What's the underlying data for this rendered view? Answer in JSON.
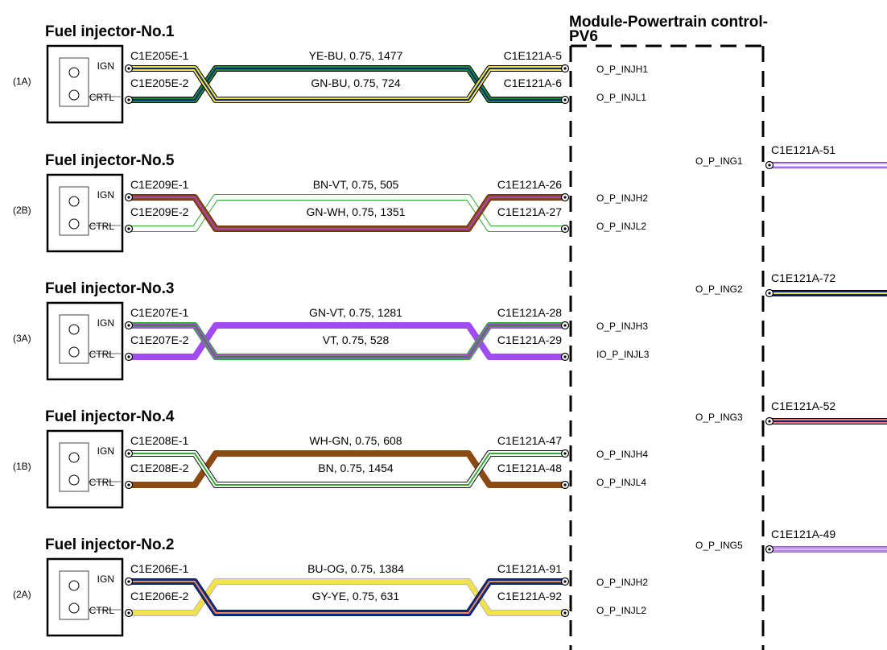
{
  "module": {
    "title_line1": "Module-Powertrain control-",
    "title_line2": "PV6"
  },
  "injectors": [
    {
      "title": "Fuel injector-No.1",
      "loc": "(1A)",
      "pin_top": "IGN",
      "pin_bot": "CRTL",
      "conn_top": "C1E205E-1",
      "conn_bot": "C1E205E-2",
      "ecu_top": "C1E121A-5",
      "ecu_bot": "C1E121A-6",
      "wire_top": "YE-BU, 0.75, 1477",
      "wire_bot": "GN-BU, 0.75, 724",
      "sig_top": "O_P_INJH1",
      "sig_bot": "O_P_INJL1",
      "top_colors": {
        "main": "#f2e24a",
        "stripe": "#0d2a7a",
        "edge": "#000000"
      },
      "bot_colors": {
        "main": "#1d8a3a",
        "stripe": "#0d2a7a",
        "edge": "#000000"
      }
    },
    {
      "title": "Fuel injector-No.5",
      "loc": "(2B)",
      "pin_top": "IGN",
      "pin_bot": "CTRL",
      "conn_top": "C1E209E-1",
      "conn_bot": "C1E209E-2",
      "ecu_top": "C1E121A-26",
      "ecu_bot": "C1E121A-27",
      "wire_top": "BN-VT, 0.75, 505",
      "wire_bot": "GN-WH, 0.75, 1351",
      "sig_top": "O_P_INJH2",
      "sig_bot": "O_P_INJL2",
      "top_colors": {
        "main": "#8b4513",
        "stripe": "#a548c8",
        "edge": "#6b3310"
      },
      "bot_colors": {
        "main": "#ffffff",
        "stripe": "#ffffff",
        "edge": "#2eaa2e"
      }
    },
    {
      "title": "Fuel injector-No.3",
      "loc": "(3A)",
      "pin_top": "IGN",
      "pin_bot": "CTRL",
      "conn_top": "C1E207E-1",
      "conn_bot": "C1E207E-2",
      "ecu_top": "C1E121A-28",
      "ecu_bot": "C1E121A-29",
      "wire_top": "GN-VT, 0.75, 1281",
      "wire_bot": "VT, 0.75, 528",
      "sig_top": "O_P_INJH3",
      "sig_bot": "IO_P_INJL3",
      "top_colors": {
        "main": "#9b59d0",
        "stripe": "#4a7a4a",
        "edge": "#2eaa2e"
      },
      "bot_colors": {
        "main": "#a14cf0",
        "stripe": "#a14cf0",
        "edge": "#a14cf0"
      }
    },
    {
      "title": "Fuel injector-No.4",
      "loc": "(1B)",
      "pin_top": "IGN",
      "pin_bot": "CTRL",
      "conn_top": "C1E208E-1",
      "conn_bot": "C1E208E-2",
      "ecu_top": "C1E121A-47",
      "ecu_bot": "C1E121A-48",
      "wire_top": "WH-GN, 0.75, 608",
      "wire_bot": "BN, 0.75, 1454",
      "sig_top": "O_P_INJH4",
      "sig_bot": "O_P_INJL4",
      "top_colors": {
        "main": "#ffffff",
        "stripe": "#2eaa2e",
        "edge": "#111111"
      },
      "bot_colors": {
        "main": "#8b4a12",
        "stripe": "#8b4a12",
        "edge": "#8b4a12"
      }
    },
    {
      "title": "Fuel injector-No.2",
      "loc": "(2A)",
      "pin_top": "IGN",
      "pin_bot": "CTRL",
      "conn_top": "C1E206E-1",
      "conn_bot": "C1E206E-2",
      "ecu_top": "C1E121A-91",
      "ecu_bot": "C1E121A-92",
      "wire_top": "BU-OG, 0.75, 1384",
      "wire_bot": "GY-YE, 0.75, 631",
      "sig_top": "O_P_INJH2",
      "sig_bot": "O_P_INJL2",
      "top_colors": {
        "main": "#0d2a7a",
        "stripe": "#f08a5d",
        "edge": "#0d1f5c"
      },
      "bot_colors": {
        "main": "#f2e24a",
        "stripe": "#f2e24a",
        "edge": "#b8b8b8"
      }
    }
  ],
  "ignition_outputs": [
    {
      "signal": "O_P_ING1",
      "pin": "C1E121A-51",
      "colors": {
        "main": "#c9a4ec",
        "stripe": "#ffffff",
        "edge": "#7a3fb0"
      }
    },
    {
      "signal": "O_P_ING2",
      "pin": "C1E121A-72",
      "colors": {
        "main": "#0d2a7a",
        "stripe": "#f2e24a",
        "edge": "#000000"
      }
    },
    {
      "signal": "O_P_ING3",
      "pin": "C1E121A-52",
      "colors": {
        "main": "#f07a7a",
        "stripe": "#0d2a7a",
        "edge": "#000000"
      }
    },
    {
      "signal": "O_P_ING5",
      "pin": "C1E121A-49",
      "colors": {
        "main": "#b98be6",
        "stripe": "#d4b8f2",
        "edge": "#9a6cd0"
      }
    }
  ]
}
